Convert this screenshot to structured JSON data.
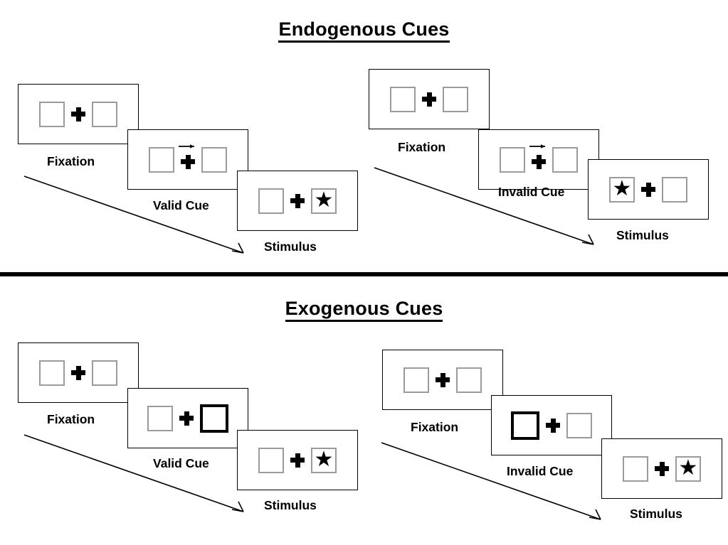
{
  "figure": {
    "title_endogenous": "Endogenous Cues",
    "title_exogenous": "Exogenous Cues",
    "divider_color": "#000000",
    "box_border_color": "#9b9b9b",
    "cue_highlight_color": "#000000",
    "panel_border_color": "#000000",
    "star_glyph": "★"
  },
  "sections": [
    {
      "id": "endogenous",
      "title": "Endogenous Cues",
      "cue_type": "central-arrow",
      "sequences": [
        {
          "id": "endogenous-valid",
          "validity": "Valid",
          "panels": [
            {
              "label": "Fixation",
              "left_box": "empty",
              "right_box": "empty",
              "cue": "none",
              "arrow_direction": ""
            },
            {
              "label": "Valid Cue",
              "left_box": "empty",
              "right_box": "empty",
              "cue": "arrow-right",
              "arrow_direction": "right"
            },
            {
              "label": "Stimulus",
              "left_box": "empty",
              "right_box": "star",
              "cue": "none",
              "arrow_direction": ""
            }
          ]
        },
        {
          "id": "endogenous-invalid",
          "validity": "Invalid",
          "panels": [
            {
              "label": "Fixation",
              "left_box": "empty",
              "right_box": "empty",
              "cue": "none",
              "arrow_direction": ""
            },
            {
              "label": "Invalid Cue",
              "left_box": "empty",
              "right_box": "empty",
              "cue": "arrow-right",
              "arrow_direction": "right"
            },
            {
              "label": "Stimulus",
              "left_box": "star",
              "right_box": "empty",
              "cue": "none",
              "arrow_direction": ""
            }
          ]
        }
      ]
    },
    {
      "id": "exogenous",
      "title": "Exogenous Cues",
      "cue_type": "peripheral-box-flash",
      "sequences": [
        {
          "id": "exogenous-valid",
          "validity": "Valid",
          "panels": [
            {
              "label": "Fixation",
              "left_box": "empty",
              "right_box": "empty",
              "cue": "none",
              "arrow_direction": ""
            },
            {
              "label": "Valid Cue",
              "left_box": "empty",
              "right_box": "cued",
              "cue": "box-right",
              "arrow_direction": ""
            },
            {
              "label": "Stimulus",
              "left_box": "empty",
              "right_box": "star",
              "cue": "none",
              "arrow_direction": ""
            }
          ]
        },
        {
          "id": "exogenous-invalid",
          "validity": "Invalid",
          "panels": [
            {
              "label": "Fixation",
              "left_box": "empty",
              "right_box": "empty",
              "cue": "none",
              "arrow_direction": ""
            },
            {
              "label": "Invalid Cue",
              "left_box": "cued",
              "right_box": "empty",
              "cue": "box-left",
              "arrow_direction": ""
            },
            {
              "label": "Stimulus",
              "left_box": "empty",
              "right_box": "star",
              "cue": "none",
              "arrow_direction": ""
            }
          ]
        }
      ]
    }
  ]
}
